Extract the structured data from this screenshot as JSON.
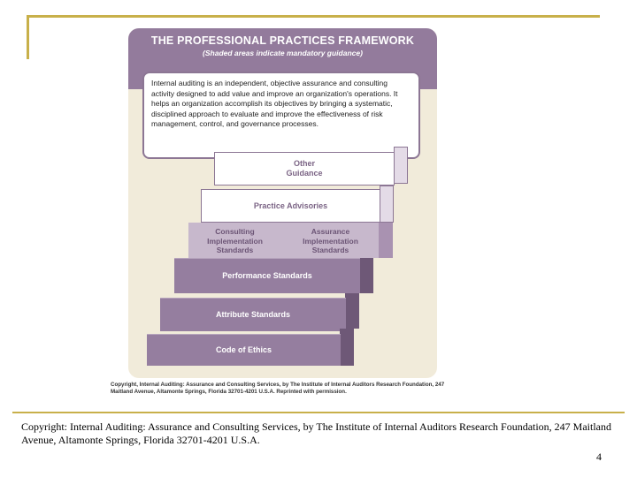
{
  "framework": {
    "title": "THE PROFESSIONAL PRACTICES FRAMEWORK",
    "subtitle": "(Shaded areas indicate mandatory guidance)",
    "definition": "Internal auditing is an independent, objective assurance and consulting activity designed to add value and improve an organization's operations. It helps an organization accomplish its objectives by bringing a systematic, disciplined approach to evaluate and improve the effectiveness of risk management, control, and governance processes.",
    "steps": {
      "other_guidance": "Other Guidance",
      "practice_advisories": "Practice Advisories",
      "consulting": "Consulting Implementation Standards",
      "assurance": "Assurance Implementation Standards",
      "performance": "Performance Standards",
      "attribute": "Attribute Standards",
      "ethics": "Code of Ethics"
    },
    "credit": "Copyright, Internal Auditing: Assurance and Consulting Services, by The Institute of Internal Auditors Research Foundation, 247 Maitland Avenue, Altamonte Springs, Florida 32701-4201 U.S.A. Reprinted with permission."
  },
  "caption": "Copyright: Internal Auditing: Assurance and Consulting Services, by The Institute of Internal Auditors Research Foundation, 247 Maitland Avenue, Altamonte Springs, Florida 32701-4201 U.S.A.",
  "page_number": "4",
  "colors": {
    "accent_gold": "#c8b04a",
    "purple": "#937b9c",
    "panel_bg": "#f1ebda"
  }
}
